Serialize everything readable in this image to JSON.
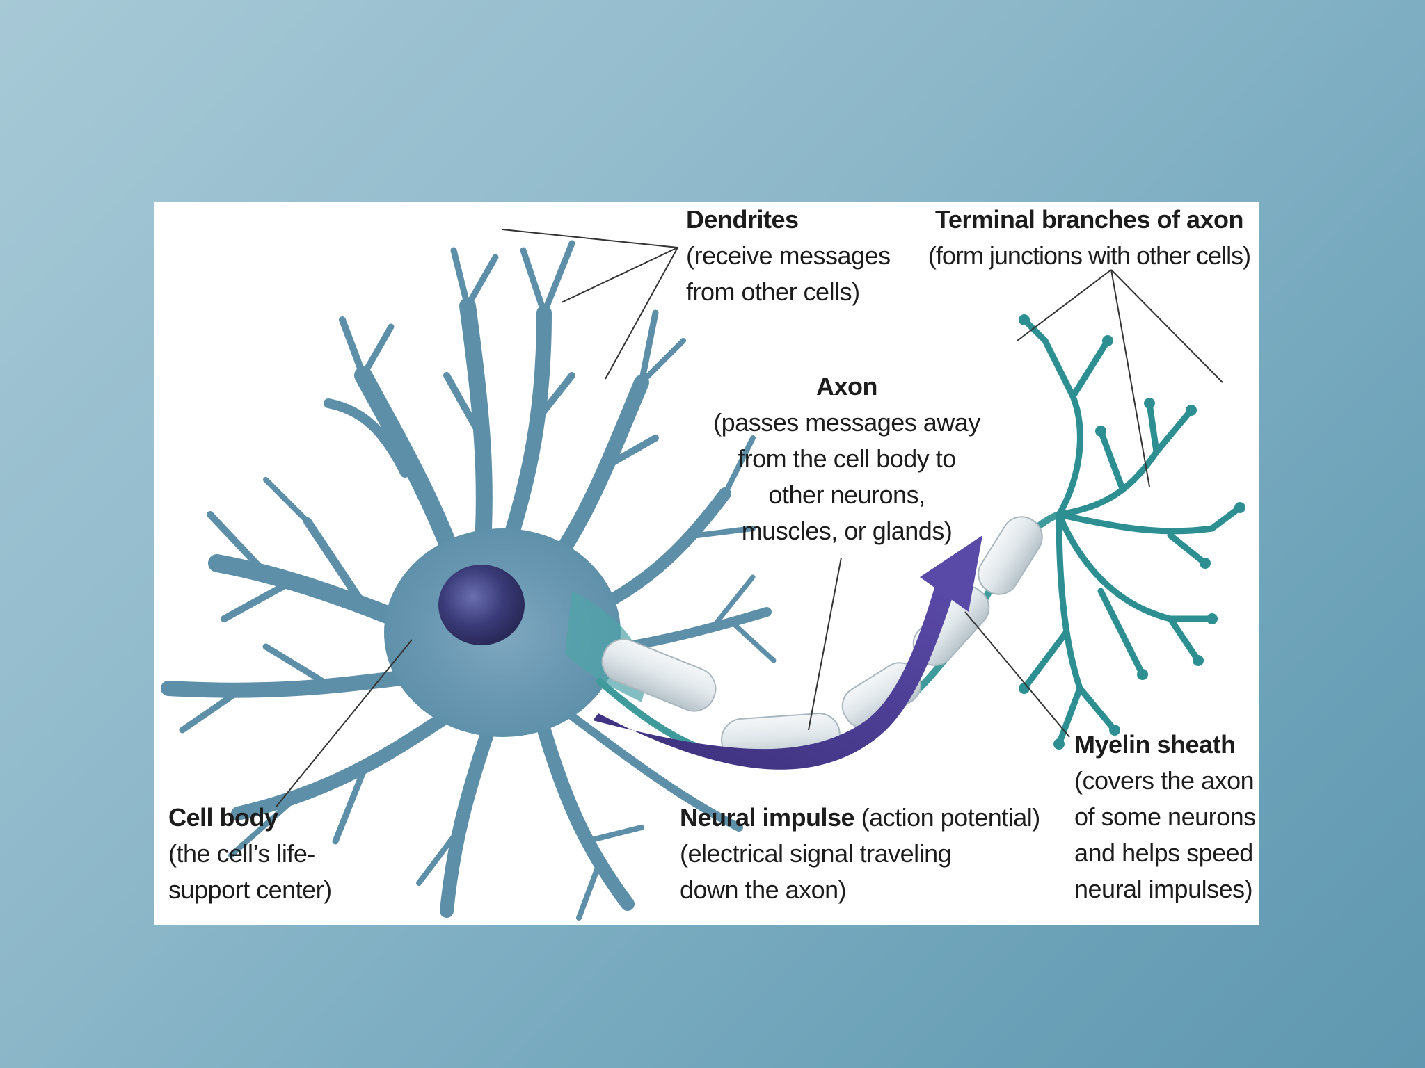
{
  "labels": {
    "dendrites": {
      "title": "Dendrites",
      "lines": [
        "(receive messages",
        "from other cells)"
      ]
    },
    "terminal": {
      "title": "Terminal branches of axon",
      "lines": [
        "(form junctions with other cells)"
      ]
    },
    "axon": {
      "title": "Axon",
      "lines": [
        "(passes messages away",
        "from the cell body to",
        "other neurons,",
        "muscles, or glands)"
      ]
    },
    "myelin": {
      "title": "Myelin sheath",
      "lines": [
        "(covers the axon",
        "of some neurons",
        "and helps speed",
        "neural impulses)"
      ]
    },
    "impulse": {
      "title": "Neural impulse",
      "title_suffix": " (action potential)",
      "lines": [
        "(electrical signal traveling",
        "down the axon)"
      ]
    },
    "cellbody": {
      "title": "Cell body",
      "lines": [
        "(the cell’s life-",
        "support center)"
      ]
    }
  },
  "colors": {
    "dendrite": "#5d8fa8",
    "dendrite_dark": "#2f5f7a",
    "nucleus": "#3a3a78",
    "terminal": "#2e8f92",
    "myelin": "#dfe6ea",
    "arrow": "#4b3f8f",
    "leader": "#333333"
  }
}
